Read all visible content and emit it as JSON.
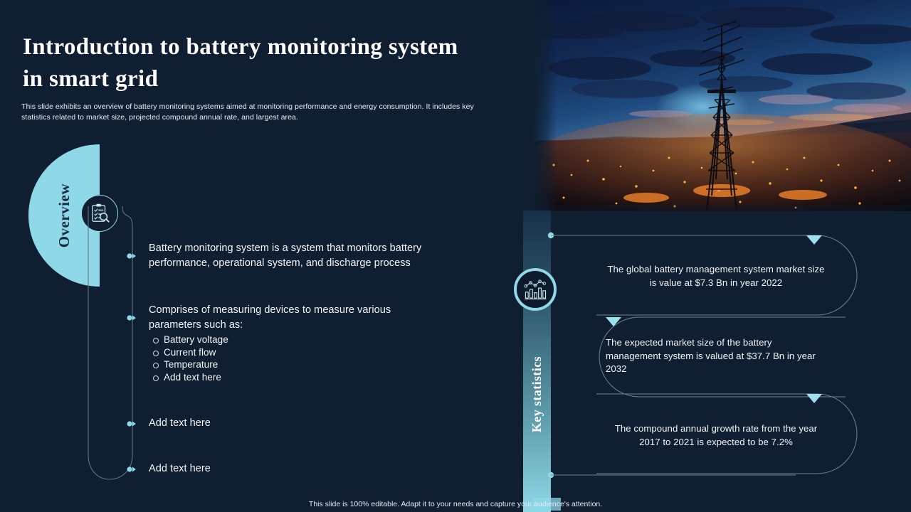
{
  "slide": {
    "title": "Introduction to battery monitoring system in smart grid",
    "subtitle": "This slide exhibits an overview of battery monitoring systems aimed at monitoring performance and energy consumption. It includes key statistics related to market size, projected compound annual rate, and largest area.",
    "footer": "This slide is 100% editable. Adapt it to your needs and capture your audience's attention."
  },
  "overview": {
    "label": "Overview",
    "icon": "clipboard-search-icon",
    "bullets": [
      {
        "text": "Battery monitoring system is a system that monitors battery performance, operational system, and discharge process"
      },
      {
        "text": "Comprises of measuring devices to measure various parameters such as:",
        "sub_items": [
          "Battery voltage",
          "Current flow",
          "Temperature",
          "Add text here"
        ]
      },
      {
        "text": "Add text here"
      },
      {
        "text": "Add text here"
      }
    ]
  },
  "key_statistics": {
    "label": "Key statistics",
    "icon": "bar-line-chart-icon",
    "cards": [
      {
        "text": "The global battery management system market size is value at $7.3 Bn in year 2022"
      },
      {
        "text": "The expected market size of the battery management system is valued at $37.7 Bn in year 2032"
      },
      {
        "text": "The compound annual growth rate from the year 2017 to 2021 is expected to be 7.2%"
      }
    ]
  },
  "hero_image": {
    "alt": "telecom-transmission-tower-over-city-at-dusk"
  },
  "colors": {
    "background": "#0f1e30",
    "accent_teal": "#8ed8e8",
    "text_light": "#f2f6fa",
    "bar_gradient_top": "#173047",
    "bar_gradient_bottom": "#8ed8e8"
  }
}
